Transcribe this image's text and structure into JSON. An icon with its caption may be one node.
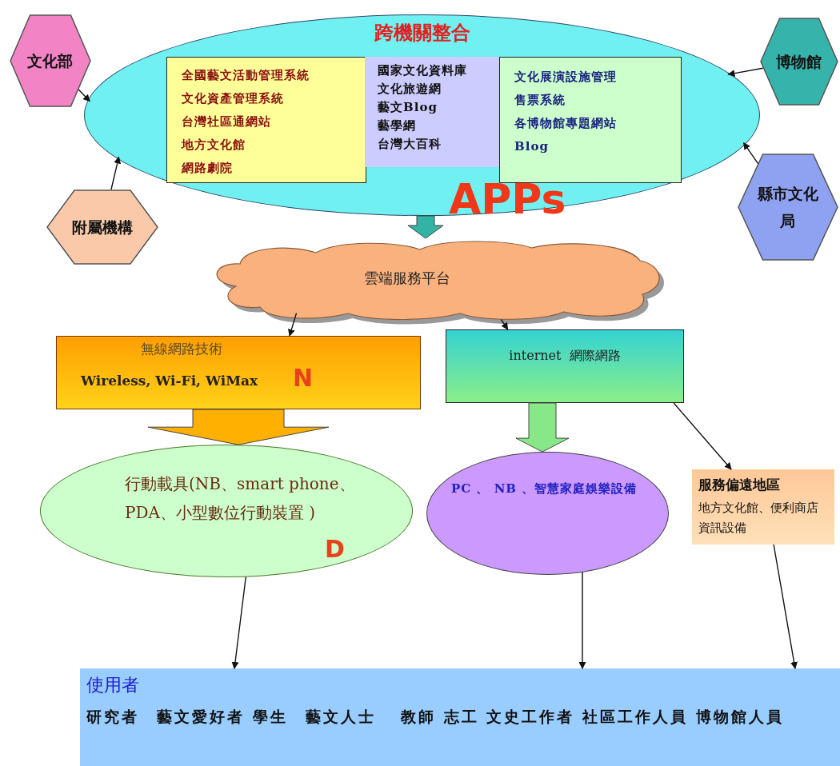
{
  "diagram": {
    "nodes": [
      {
        "text": [
          "跨機關整合",
          "APPs"
        ]
      },
      {
        "text": [
          "全國藝文活動管理系統",
          "文化資產管理系統",
          "台灣社區通網站",
          "地方文化館",
          "網路劇院"
        ],
        "in": 0
      },
      {
        "text": [
          "國家文化資料庫",
          "文化旅遊網",
          "藝文Blog",
          "藝學網",
          "台灣大百科"
        ],
        "in": 0
      },
      {
        "text": [
          "文化展演設施管理",
          "售票系統",
          "各博物館專題網站",
          "Blog"
        ],
        "in": 0
      },
      {
        "text": [
          "文化部"
        ]
      },
      {
        "text": [
          "附屬機構"
        ]
      },
      {
        "text": [
          "博物館"
        ]
      },
      {
        "text": [
          "縣市文化局"
        ]
      },
      {
        "text": [
          "雲端服務平台"
        ]
      },
      {
        "text": [
          "無線網路技術",
          "Wireless, Wi-Fi, WiMax",
          "N"
        ]
      },
      {
        "text": [
          "internet  網際網路"
        ]
      },
      {
        "text": [
          "行動載具(NB、smart phone、PDA、小型數位行動裝置 )",
          "D"
        ]
      },
      {
        "text": [
          "PC 、 NB 、智慧家庭娛樂設備"
        ]
      },
      {
        "text": [
          "服務偏遠地區",
          "地方文化館、便利商店資訊設備"
        ]
      },
      {
        "text": [
          "使用者",
          "研究者　藝文愛好者 學生　藝文人士　 教師 志工 文史工作者 社區工作人員 博物館人員"
        ]
      }
    ],
    "edges": [
      {
        "from": 4,
        "to": 0,
        "arrow": "to"
      },
      {
        "from": 5,
        "to": 0,
        "arrow": "to"
      },
      {
        "from": 6,
        "to": 0,
        "arrow": "to"
      },
      {
        "from": 7,
        "to": 0,
        "arrow": "to"
      },
      {
        "from": 0,
        "to": 8,
        "arrow": "to",
        "style": "thick",
        "color": "#33b3a6"
      },
      {
        "from": 8,
        "to": 9,
        "arrow": "to"
      },
      {
        "from": 8,
        "to": 10,
        "arrow": "to"
      },
      {
        "from": 9,
        "to": 11,
        "arrow": "to",
        "style": "thick",
        "color": "#ffb000"
      },
      {
        "from": 10,
        "to": 12,
        "arrow": "to",
        "style": "thick",
        "color": "#88e888"
      },
      {
        "from": 10,
        "to": 13,
        "arrow": "to"
      },
      {
        "from": 11,
        "to": 14,
        "arrow": "to"
      },
      {
        "from": 12,
        "to": 14,
        "arrow": "to"
      },
      {
        "from": 13,
        "to": 14,
        "arrow": "to"
      }
    ]
  }
}
